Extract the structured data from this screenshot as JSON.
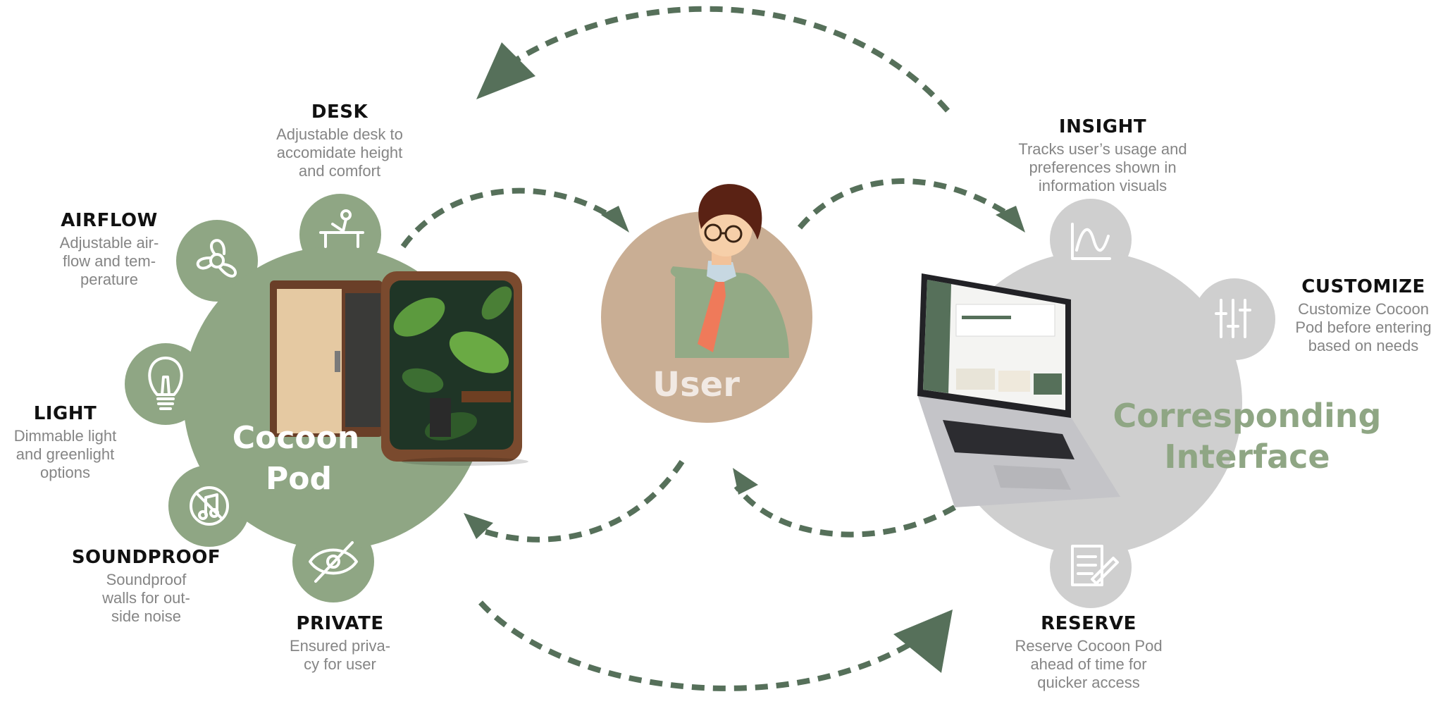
{
  "hubs": {
    "pod": {
      "line1": "Cocoon",
      "line2": "Pod",
      "color": "#8fa684"
    },
    "user": {
      "label": "User",
      "color": "#c9ae94"
    },
    "interface": {
      "line1": "Corresponding",
      "line2": "Interface",
      "color": "#cfcfcf",
      "text_color": "#8fa684"
    }
  },
  "accent_color": "#56705a",
  "pod_features": [
    {
      "key": "desk",
      "title": "DESK",
      "desc": "Adjustable desk to\naccomidate height\nand comfort",
      "icon": "desk-icon"
    },
    {
      "key": "airflow",
      "title": "AIRFLOW",
      "desc": "Adjustable air-\nflow and tem-\nperature",
      "icon": "fan-icon"
    },
    {
      "key": "light",
      "title": "LIGHT",
      "desc": "Dimmable light\nand greenlight\noptions",
      "icon": "lightbulb-icon"
    },
    {
      "key": "soundproof",
      "title": "SOUNDPROOF",
      "desc": "Soundproof\nwalls for out-\nside noise",
      "icon": "no-music-icon"
    },
    {
      "key": "private",
      "title": "PRIVATE",
      "desc": "Ensured priva-\ncy for user",
      "icon": "eye-off-icon"
    }
  ],
  "interface_features": [
    {
      "key": "insight",
      "title": "INSIGHT",
      "desc": "Tracks user’s usage and\npreferences shown in\ninformation visuals",
      "icon": "wave-chart-icon"
    },
    {
      "key": "customize",
      "title": "CUSTOMIZE",
      "desc": "Customize Cocoon\nPod before entering\nbased on needs",
      "icon": "sliders-icon"
    },
    {
      "key": "reserve",
      "title": "RESERVE",
      "desc": "Reserve Cocoon Pod\nahead of time for\nquicker access",
      "icon": "document-pen-icon"
    }
  ]
}
